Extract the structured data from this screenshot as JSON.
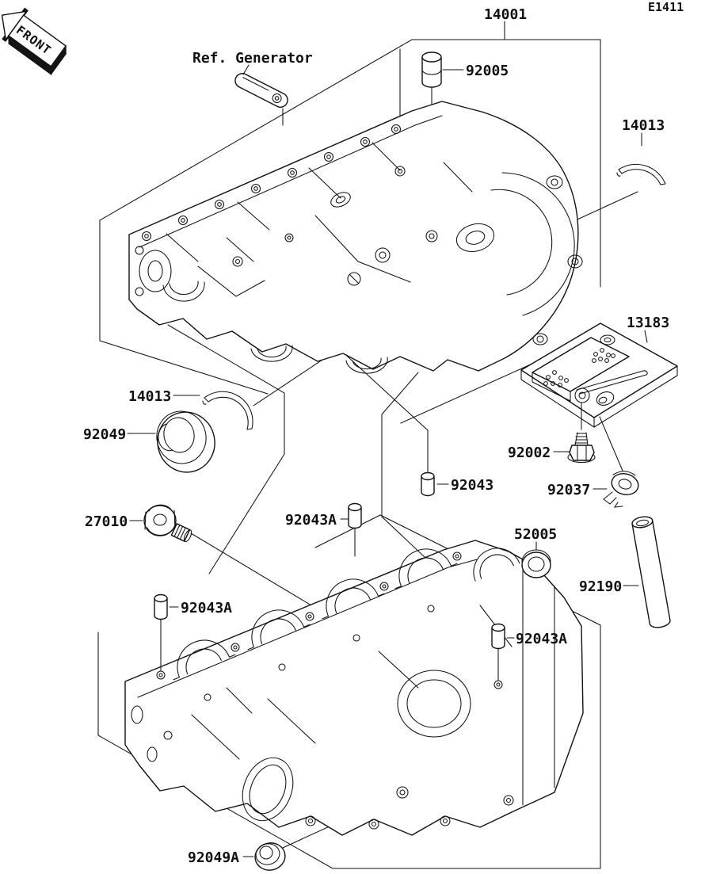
{
  "page": {
    "diagram_code": "E1411"
  },
  "front_badge": {
    "text": "FRONT"
  },
  "ref_annotation": {
    "text": "Ref. Generator"
  },
  "part_labels": {
    "crankcase_set": "14001",
    "pin_92005": "92005",
    "ring_half_top": "14013",
    "breather_plate": "13183",
    "bolt": "92002",
    "clamp": "92037",
    "pin_92043": "92043",
    "ring_half_left": "14013",
    "oil_seal_92049": "92049",
    "oil_pressure_switch": "27010",
    "pin_92043a_top": "92043A",
    "pin_92043a_left": "92043A",
    "pin_92043a_right": "92043A",
    "bushing_52005": "52005",
    "tube_92190": "92190",
    "oil_seal_92049a": "92049A"
  }
}
